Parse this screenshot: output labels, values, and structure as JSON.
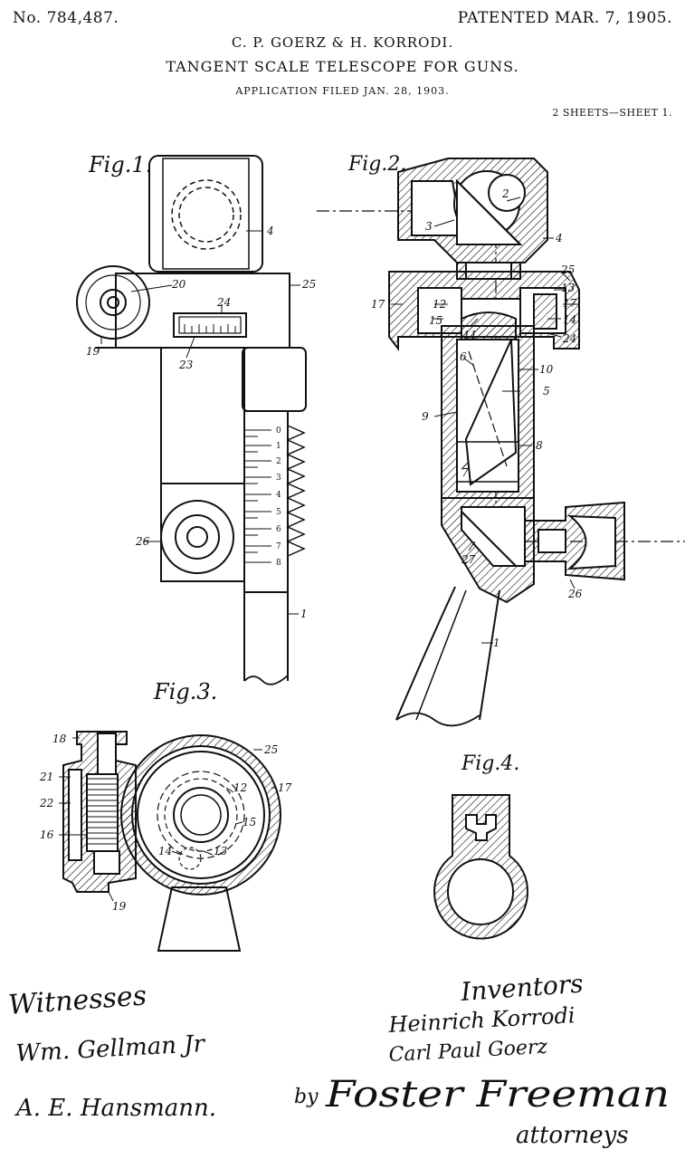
{
  "header": {
    "patent_number": "No. 784,487.",
    "patented_date": "PATENTED MAR. 7, 1905.",
    "inventors": "C. P. GOERZ & H. KORRODI.",
    "title": "TANGENT SCALE TELESCOPE FOR GUNS.",
    "application": "APPLICATION FILED JAN. 28, 1903.",
    "sheets": "2 SHEETS—SHEET 1."
  },
  "figures": {
    "fig1": "Fig.1.",
    "fig2": "Fig.2.",
    "fig3": "Fig.3.",
    "fig4": "Fig.4."
  },
  "labels": {
    "fig1": [
      "4",
      "20",
      "25",
      "24",
      "19",
      "23",
      "26",
      "1"
    ],
    "fig1_scale": [
      "0",
      "1",
      "2",
      "3",
      "4",
      "5",
      "6",
      "7",
      "8"
    ],
    "fig2": [
      "2",
      "3",
      "4",
      "25",
      "13",
      "17",
      "17",
      "12",
      "15",
      "11",
      "14",
      "24",
      "6",
      "10",
      "5",
      "9",
      "8",
      "7",
      "27",
      "26",
      "1"
    ],
    "fig3": [
      "18",
      "25",
      "21",
      "17",
      "22",
      "12",
      "16",
      "15",
      "14",
      "13",
      "19"
    ]
  },
  "signatures": {
    "witnesses_heading": "Witnesses",
    "witness_1": "Wm. Gellman Jr",
    "witness_2": "A. E. Hansmann.",
    "inventors_heading": "Inventors",
    "inventor_1": "Heinrich Korrodi",
    "inventor_2": "Carl Paul Goerz",
    "by": "by",
    "attorney": "Foster Freeman",
    "attorneys_word": "attorneys"
  }
}
